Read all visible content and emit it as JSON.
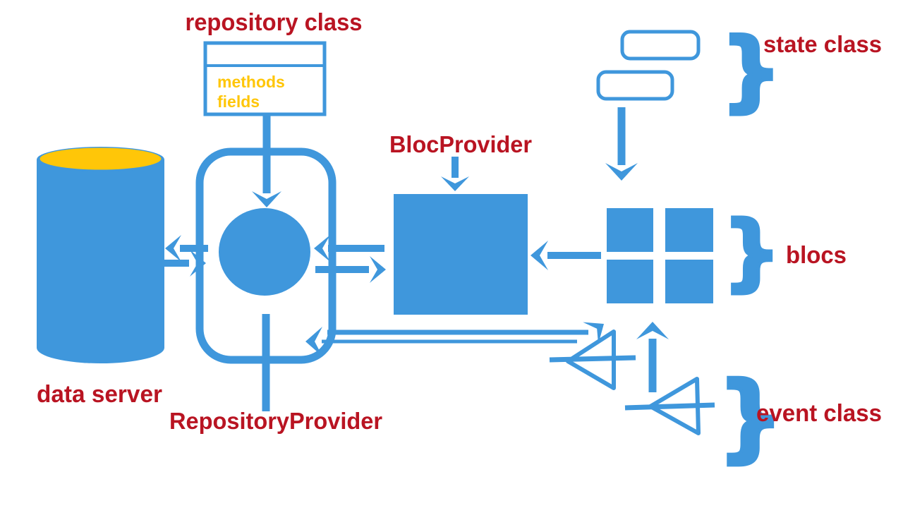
{
  "colors": {
    "blue": "#3f97dc",
    "red": "#b91422",
    "yellow": "#ffc608",
    "canvas": "#ffffff"
  },
  "labels": {
    "repository_class": "repository class",
    "methods": "methods",
    "fields": "fields",
    "bloc_provider": "BlocProvider",
    "repository_provider": "RepositoryProvider",
    "data_server": "data server",
    "state_class": "state class",
    "blocs": "blocs",
    "event_class": "event class"
  },
  "glyphs": {
    "brace": "}"
  }
}
